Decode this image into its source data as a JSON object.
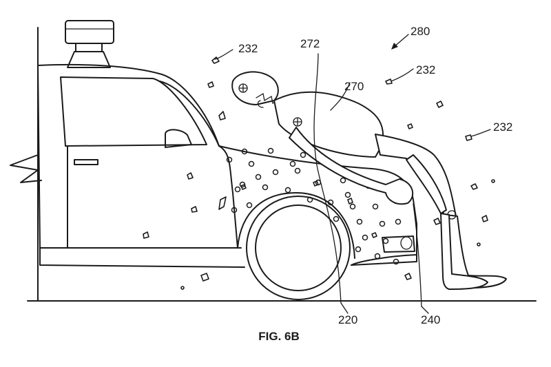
{
  "figure": {
    "caption": "FIG. 6B",
    "labels": {
      "l280": "280",
      "l272": "272",
      "l270": "270",
      "l232a": "232",
      "l232b": "232",
      "l232c": "232",
      "l220": "220",
      "l240": "240"
    }
  }
}
